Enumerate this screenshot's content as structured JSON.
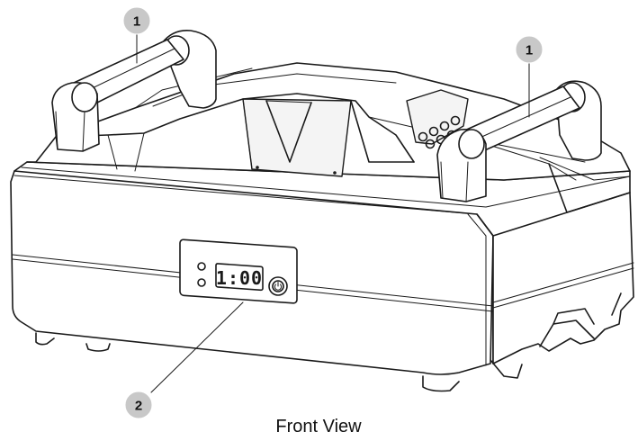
{
  "callouts": [
    {
      "label": "1"
    },
    {
      "label": "1"
    },
    {
      "label": "2"
    }
  ],
  "display": {
    "reading": "1:00"
  },
  "caption": "Front View",
  "colors": {
    "line": "#1a1a1a",
    "callout_fill": "#c8c8c8",
    "background": "#ffffff"
  }
}
